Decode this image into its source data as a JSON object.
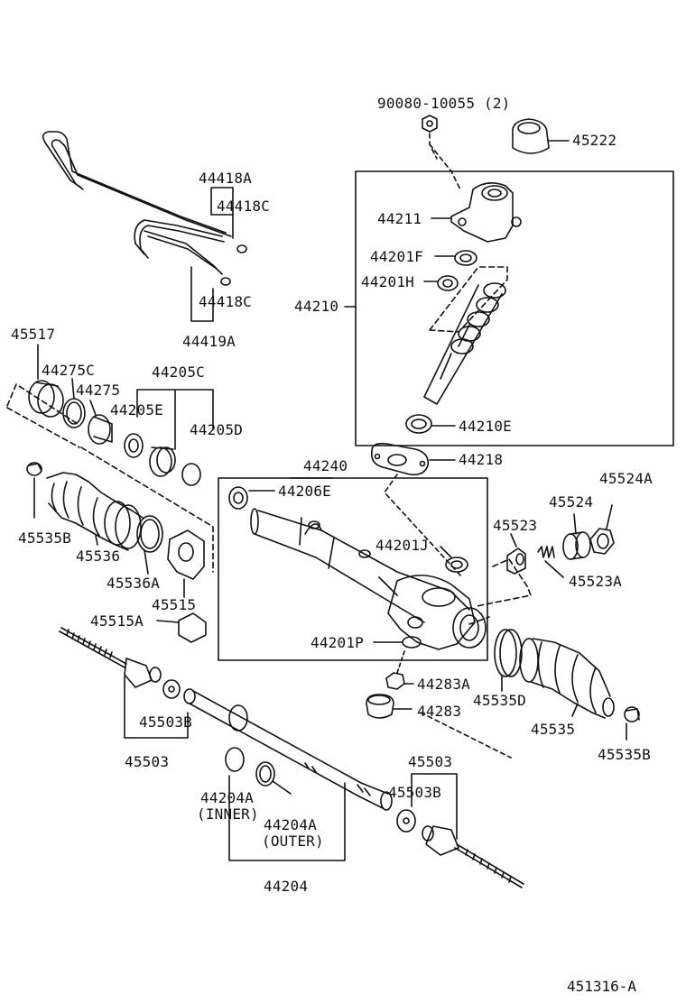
{
  "labels": {
    "l_90080": "90080-10055 (2)",
    "l_45222": "45222",
    "l_44418A": "44418A",
    "l_44418C_top": "44418C",
    "l_44418C_bot": "44418C",
    "l_44419A": "44419A",
    "l_44211": "44211",
    "l_44201F": "44201F",
    "l_44201H": "44201H",
    "l_44210": "44210",
    "l_44210E": "44210E",
    "l_44218": "44218",
    "l_45517": "45517",
    "l_44275C": "44275C",
    "l_44275": "44275",
    "l_44205C": "44205C",
    "l_44205E": "44205E",
    "l_44205D": "44205D",
    "l_44240": "44240",
    "l_44206E": "44206E",
    "l_44201J": "44201J",
    "l_45524A": "45524A",
    "l_45524": "45524",
    "l_45523": "45523",
    "l_45523A": "45523A",
    "l_45535B_left": "45535B",
    "l_45536": "45536",
    "l_45536A": "45536A",
    "l_45515": "45515",
    "l_45515A": "45515A",
    "l_44201P": "44201P",
    "l_44283A": "44283A",
    "l_44283": "44283",
    "l_45535D": "45535D",
    "l_45535": "45535",
    "l_45535B_right": "45535B",
    "l_45503B_left": "45503B",
    "l_45503_left": "45503",
    "l_45503_right": "45503",
    "l_45503B_right": "45503B",
    "l_44204A_inner": "44204A",
    "l_inner": "(INNER)",
    "l_44204A_outer": "44204A",
    "l_outer": "(OUTER)",
    "l_44204": "44204"
  },
  "footer": {
    "ref": "451316-A"
  }
}
